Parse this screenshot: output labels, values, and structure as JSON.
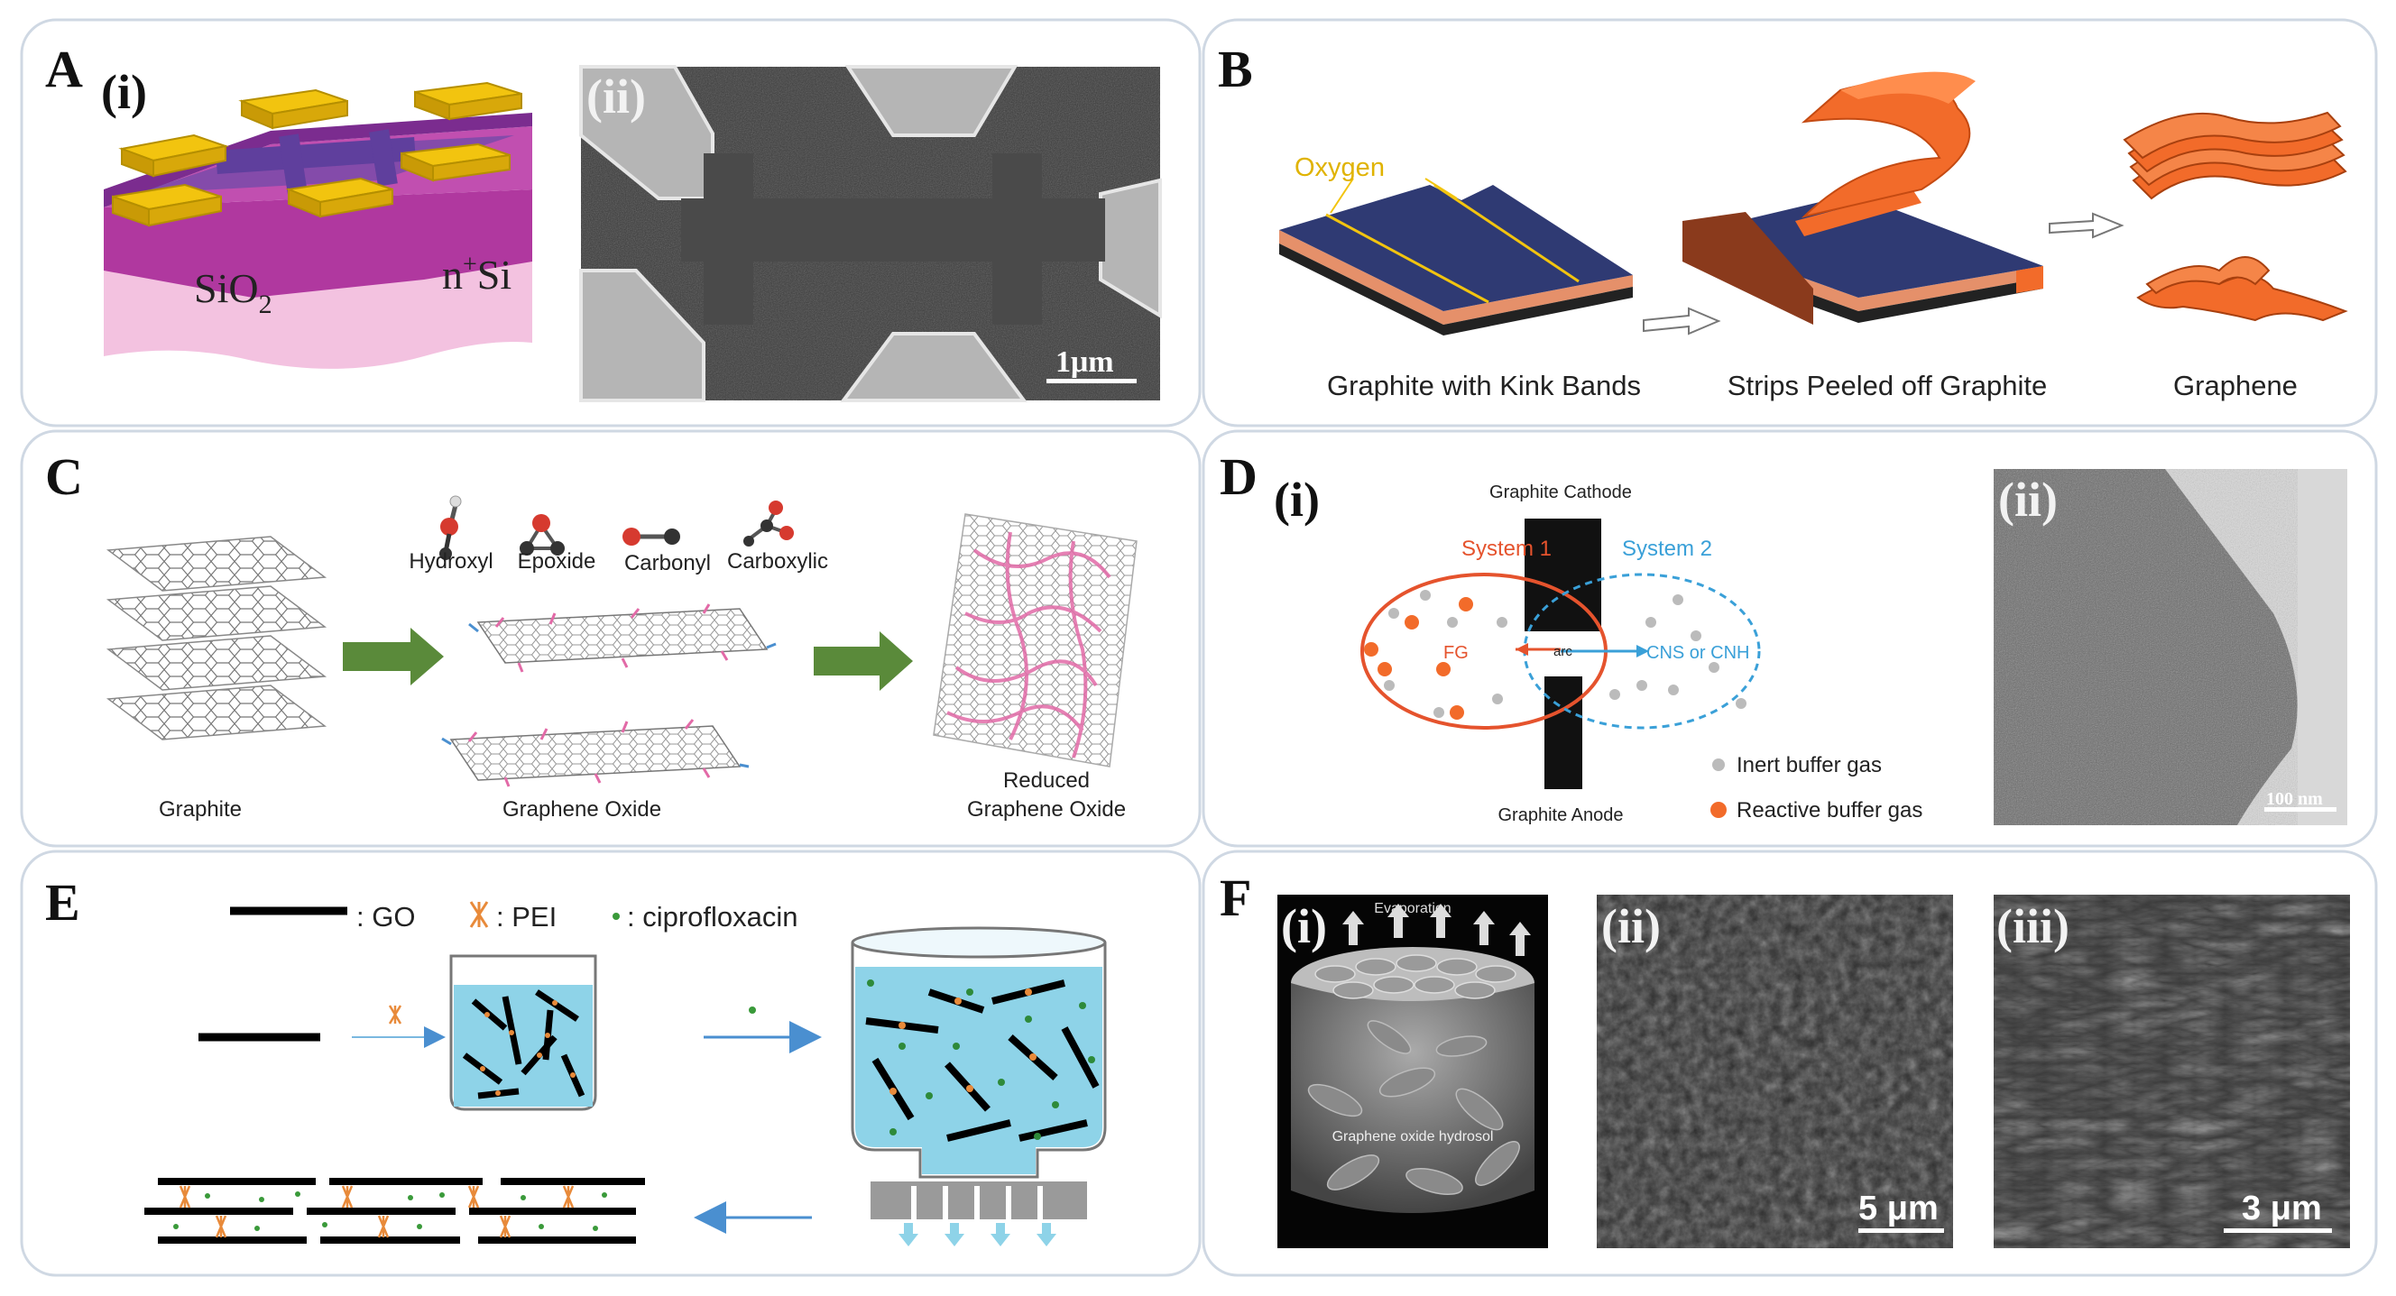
{
  "panels": {
    "A": {
      "letter": "A",
      "sub_i": "(i)",
      "sub_ii": "(ii)",
      "label_sio2": "SiO",
      "label_sio2_sub": "2",
      "label_nsi_n": "n",
      "label_nsi_sup": "+",
      "label_nsi_si": "Si",
      "scale_bar": "1μm"
    },
    "B": {
      "letter": "B",
      "oxygen": "Oxygen",
      "cap_1": "Graphite with Kink Bands",
      "cap_2": "Strips Peeled off Graphite",
      "cap_3": "Graphene"
    },
    "C": {
      "letter": "C",
      "groups": [
        "Hydroxyl",
        "Epoxide",
        "Carbonyl",
        "Carboxylic"
      ],
      "cap_graphite": "Graphite",
      "cap_go": "Graphene Oxide",
      "cap_rgo_1": "Reduced",
      "cap_rgo_2": "Graphene Oxide"
    },
    "D": {
      "letter": "D",
      "sub_i": "(i)",
      "sub_ii": "(ii)",
      "cathode": "Graphite Cathode",
      "anode": "Graphite Anode",
      "system1": "System 1",
      "system2": "System 2",
      "fg": "FG",
      "arc": "arc",
      "cns": "CNS or CNH",
      "inert": "Inert buffer gas",
      "reactive": "Reactive buffer gas",
      "scale_bar": "100 nm"
    },
    "E": {
      "letter": "E",
      "legend_go": ": GO",
      "legend_pei": ": PEI",
      "legend_cipro": ": ciprofloxacin"
    },
    "F": {
      "letter": "F",
      "sub_i": "(i)",
      "sub_ii": "(ii)",
      "sub_iii": "(iii)",
      "evaporation": "Evaporation",
      "hydrosol": "Graphene oxide hydrosol",
      "scale_ii": "5 μm",
      "scale_iii": "3 μm"
    }
  },
  "colors": {
    "panel_border": "#cfd8e3",
    "gold": "#f2c40f",
    "purple": "#7b2c8f",
    "magenta": "#b0389f",
    "pink": "#f3c2e0",
    "navy": "#2f3a73",
    "orange": "#f26b2a",
    "green_arrow": "#5a8a3a",
    "water": "#8ed3e8",
    "system1": "#e5532d",
    "system2": "#3aa0d8"
  }
}
